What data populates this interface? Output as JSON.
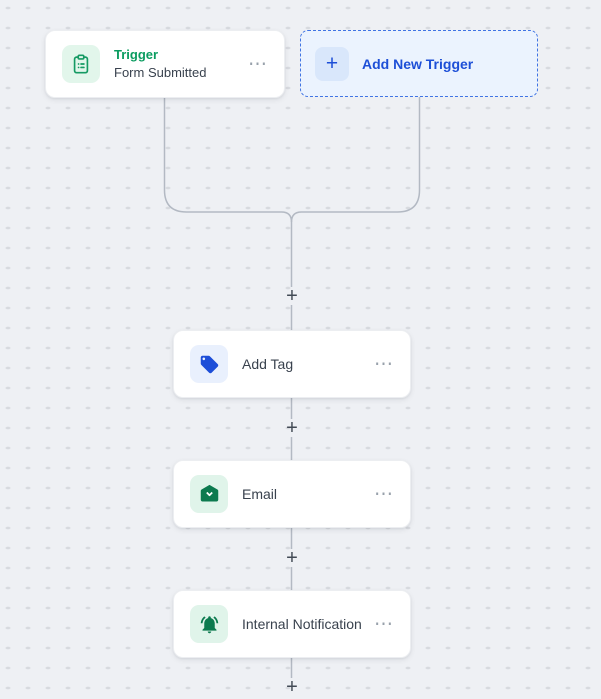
{
  "canvas": {
    "background": "#eef0f4",
    "dot_color": "#d7dadf",
    "connector_color": "#b3b9c3",
    "plus_glyph": "+"
  },
  "trigger_card": {
    "title": "Trigger",
    "subtitle": "Form Submitted",
    "icon": "clipboard-icon",
    "icon_color": "#159a63",
    "icon_bg": "#e2f6eb",
    "title_color": "#0b9c60",
    "menu_glyph": "⋯"
  },
  "add_new_trigger": {
    "label": "Add New Trigger",
    "plus_glyph": "+",
    "text_color": "#1d4fd7",
    "border_color": "#3f73e3",
    "bg": "#ebf3fe"
  },
  "actions": [
    {
      "label": "Add Tag",
      "icon": "tag-icon",
      "icon_color": "#1d4ed8",
      "icon_bg": "#e9f0fd",
      "menu_glyph": "⋯"
    },
    {
      "label": "Email",
      "icon": "envelope-open-icon",
      "icon_color": "#0c7a4f",
      "icon_bg": "#e0f4ea",
      "menu_glyph": "⋯"
    },
    {
      "label": "Internal Notification",
      "icon": "bell-icon",
      "icon_color": "#0c7a4f",
      "icon_bg": "#e0f4ea",
      "menu_glyph": "⋯"
    }
  ]
}
